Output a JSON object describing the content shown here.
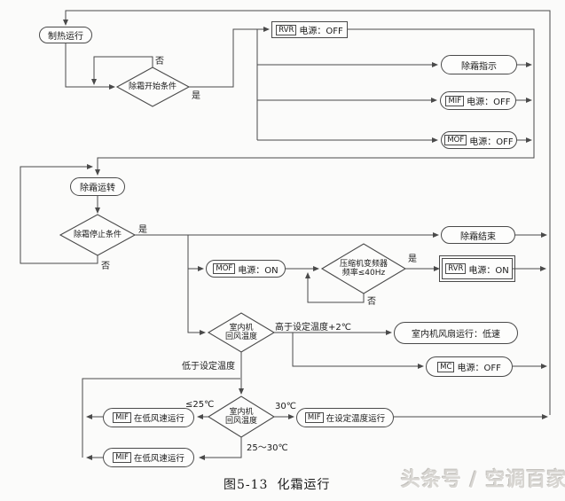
{
  "figure": {
    "caption_number": "图5-13",
    "caption_title": "化霜运行",
    "watermark": "头条号 / 空调百家"
  },
  "nodes": {
    "heating": {
      "text": "制热运行"
    },
    "start_condition": {
      "text": "除霜开始条件"
    },
    "rvr_off": {
      "tag": "RVR",
      "text": "电源：OFF"
    },
    "defrost_indicator": {
      "text": "除霜指示"
    },
    "mif_off": {
      "tag": "MIF",
      "text": "电源：OFF"
    },
    "mof_off": {
      "tag": "MOF",
      "text": "电源：OFF"
    },
    "defrost_run": {
      "text": "除霜运转"
    },
    "defrost_stop": {
      "text": "除霜停止条件"
    },
    "defrost_end": {
      "text": "除霜结束"
    },
    "mof_on": {
      "tag": "MOF",
      "text": "电源：ON"
    },
    "compressor": {
      "line1": "压缩机变频器",
      "line2": "频率≤40Hz"
    },
    "rvr_on": {
      "tag": "RVR",
      "text": "电源：ON"
    },
    "return_temp1": {
      "line1": "室内机",
      "line2": "回风温度"
    },
    "fan_low": {
      "text": "室内机风扇运行：低速"
    },
    "mc_off": {
      "tag": "MC",
      "text": "电源：OFF"
    },
    "return_temp2": {
      "line1": "室内机",
      "line2": "回风温度"
    },
    "mif_low_1": {
      "tag": "MIF",
      "text": "在低风速运行"
    },
    "mif_low_2": {
      "tag": "MIF",
      "text": "在低风速运行"
    },
    "mif_set": {
      "tag": "MIF",
      "text": "在设定温度运行"
    }
  },
  "labels": {
    "no1": "否",
    "yes1": "是",
    "yes2": "是",
    "no2": "否",
    "yes3": "是",
    "no3": "否",
    "above_temp": "高于设定温度+2℃",
    "below_temp": "低于设定温度",
    "le_25": "≤25℃",
    "deg_30": "30℃",
    "range_25_30": "25～30℃"
  },
  "colors": {
    "line": "#4a4a4a",
    "text": "#1a1a1a",
    "background": "#fbfbfa",
    "watermark": "#d8d6d2"
  }
}
